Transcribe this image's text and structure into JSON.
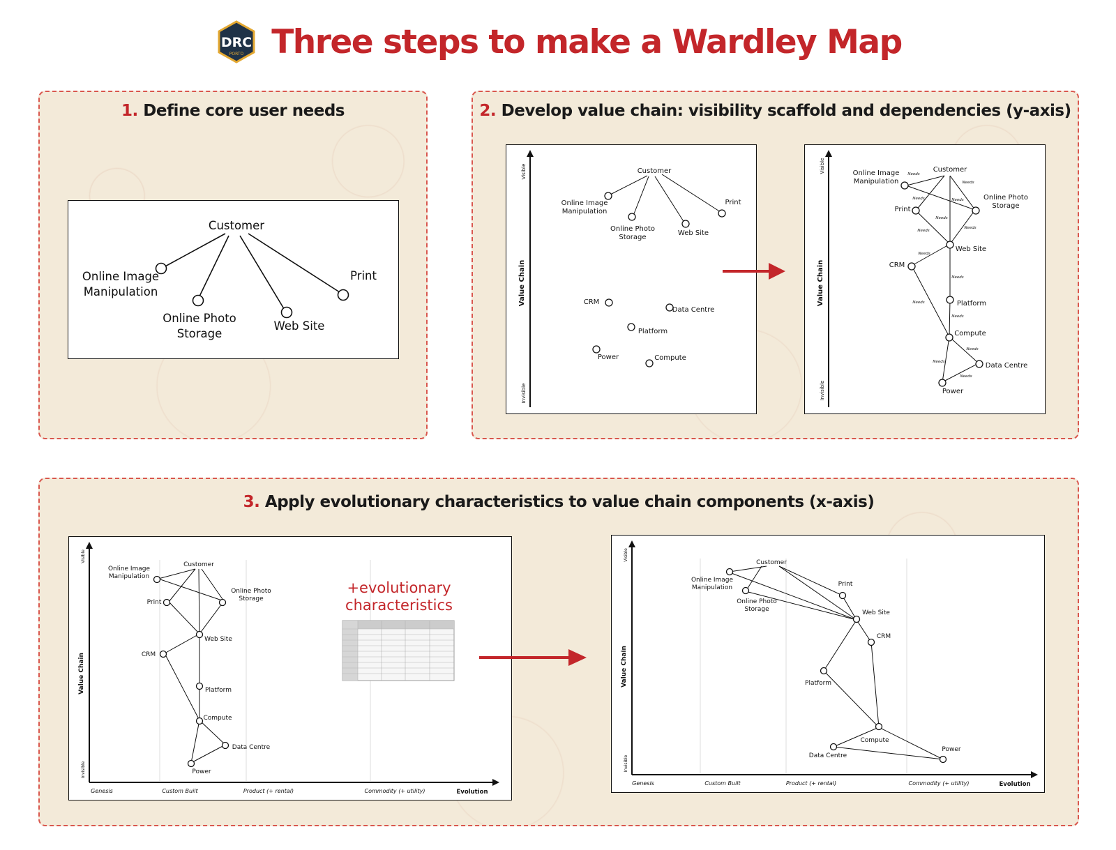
{
  "header": {
    "logo_text": "DRC",
    "logo_subtext": "PORTO",
    "title": "Three steps to make a Wardley Map"
  },
  "colors": {
    "accent": "#c3262a",
    "panel_bg": "#f3ead9",
    "panel_border": "#d9574e"
  },
  "step1": {
    "number": "1.",
    "title": "Define core user needs",
    "diagram": {
      "root": "Customer",
      "needs": [
        "Online Image Manipulation",
        "Online Photo Storage",
        "Web Site",
        "Print"
      ]
    }
  },
  "step2": {
    "number": "2.",
    "title": "Develop value chain: visibility scaffold and dependencies (y-axis)",
    "axis": {
      "y_label": "Value Chain",
      "top": "Visible",
      "bottom": "Invisible"
    },
    "link_label": "Needs",
    "components": [
      "Customer",
      "Online Image Manipulation",
      "Online Photo Storage",
      "Web Site",
      "Print",
      "CRM",
      "Data Centre",
      "Platform",
      "Power",
      "Compute"
    ]
  },
  "step3": {
    "number": "3.",
    "title": "Apply evolutionary characteristics to value chain components (x-axis)",
    "overlay": {
      "line1": "+evolutionary",
      "line2": "characteristics"
    },
    "axis": {
      "y_label": "Value Chain",
      "top": "Visible",
      "bottom": "Invisible",
      "x_label": "Evolution",
      "stages": [
        "Genesis",
        "Custom Built",
        "Product (+ rental)",
        "Commodity (+ utility)"
      ]
    }
  }
}
